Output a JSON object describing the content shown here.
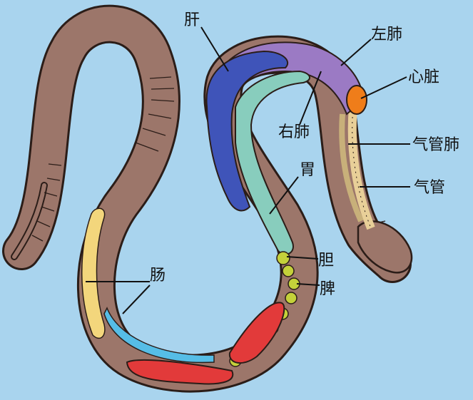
{
  "labels": {
    "liver": "肝",
    "left_lung": "左肺",
    "heart": "心脏",
    "right_lung": "右肺",
    "tracheal_lung": "气管肺",
    "stomach": "胃",
    "trachea": "气管",
    "gallbladder": "胆",
    "spleen": "脾",
    "intestine": "肠"
  },
  "colors": {
    "background": "#a9d4ee",
    "body": "#9c766a",
    "outline": "#2b1d18",
    "liver": "#3f54b9",
    "lung": "#9b7ac4",
    "heart": "#ef7d1a",
    "stomach": "#88cdbd",
    "trachea": "#e8cf98",
    "gall_spleen": "#c4d13a",
    "kidney_red": "#e23a3a",
    "intestine_blue": "#56bde6",
    "yellow_organ": "#f3d67c"
  }
}
